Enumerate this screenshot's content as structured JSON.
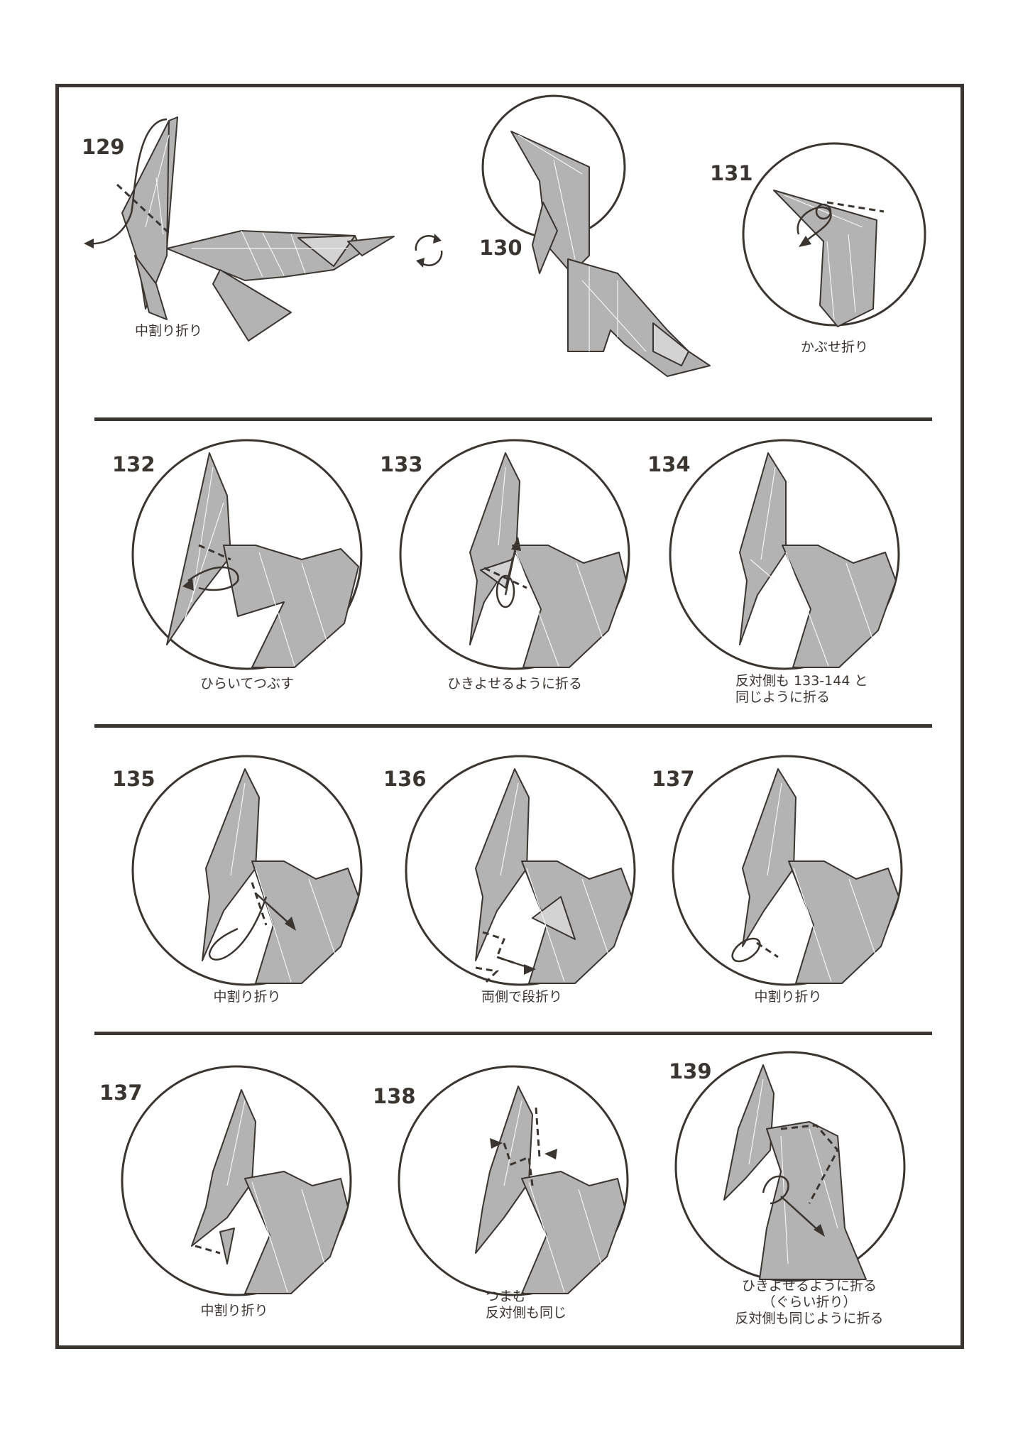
{
  "steps": {
    "s129": {
      "number": "129",
      "caption": [
        "中割り折り"
      ]
    },
    "s130": {
      "number": "130",
      "caption": []
    },
    "s131": {
      "number": "131",
      "caption": [
        "かぶせ折り"
      ]
    },
    "s132": {
      "number": "132",
      "caption": [
        "ひらいてつぶす"
      ]
    },
    "s133": {
      "number": "133",
      "caption": [
        "ひきよせるように折る"
      ]
    },
    "s134": {
      "number": "134",
      "caption": [
        "反対側も 133-144 と",
        "同じように折る"
      ]
    },
    "s135": {
      "number": "135",
      "caption": [
        "中割り折り"
      ]
    },
    "s136": {
      "number": "136",
      "caption": [
        "両側で段折り"
      ]
    },
    "s137": {
      "number": "137",
      "caption": [
        "中割り折り"
      ]
    },
    "s137b": {
      "number": "137",
      "caption": [
        "中割り折り"
      ]
    },
    "s138": {
      "number": "138",
      "caption": [
        "つまむ",
        "反対側も同じ"
      ]
    },
    "s139": {
      "number": "139",
      "caption": [
        "ひきよせるように折る",
        "（ぐらい折り）",
        "反対側も同じように折る"
      ]
    }
  },
  "icons": {
    "turn_over": "rotate-arrows-icon",
    "fold_arrow": "curved-arrow-icon",
    "push": "push-arrow-icon"
  },
  "colors": {
    "ink": "#3a3530",
    "paper": "#b3b3b3"
  }
}
